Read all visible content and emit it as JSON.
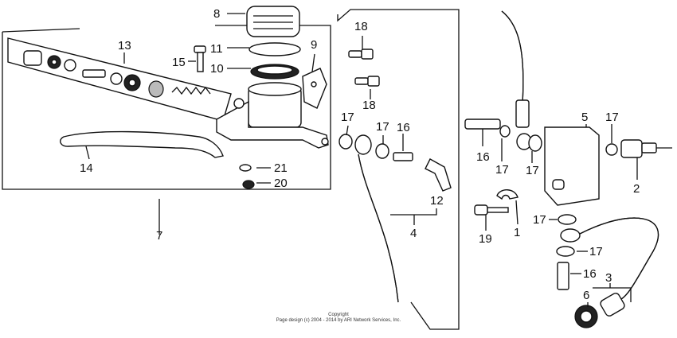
{
  "labels": {
    "p1": "1",
    "p2": "2",
    "p3": "3",
    "p4": "4",
    "p5": "5",
    "p6": "6",
    "p7": "7",
    "p8": "8",
    "p9": "9",
    "p10": "10",
    "p11": "11",
    "p12": "12",
    "p13": "13",
    "p14": "14",
    "p15": "15",
    "p16a": "16",
    "p16b": "16",
    "p16c": "16",
    "p17a": "17",
    "p17b": "17",
    "p17c": "17",
    "p17d": "17",
    "p17e": "17",
    "p17f": "17",
    "p17g": "17",
    "p18a": "18",
    "p18b": "18",
    "p19": "19",
    "p20": "20",
    "p21": "21"
  },
  "copyright": {
    "line1": "Copyright",
    "line2": "Page design (c) 2004 - 2014 by ARI Network Services, Inc."
  }
}
